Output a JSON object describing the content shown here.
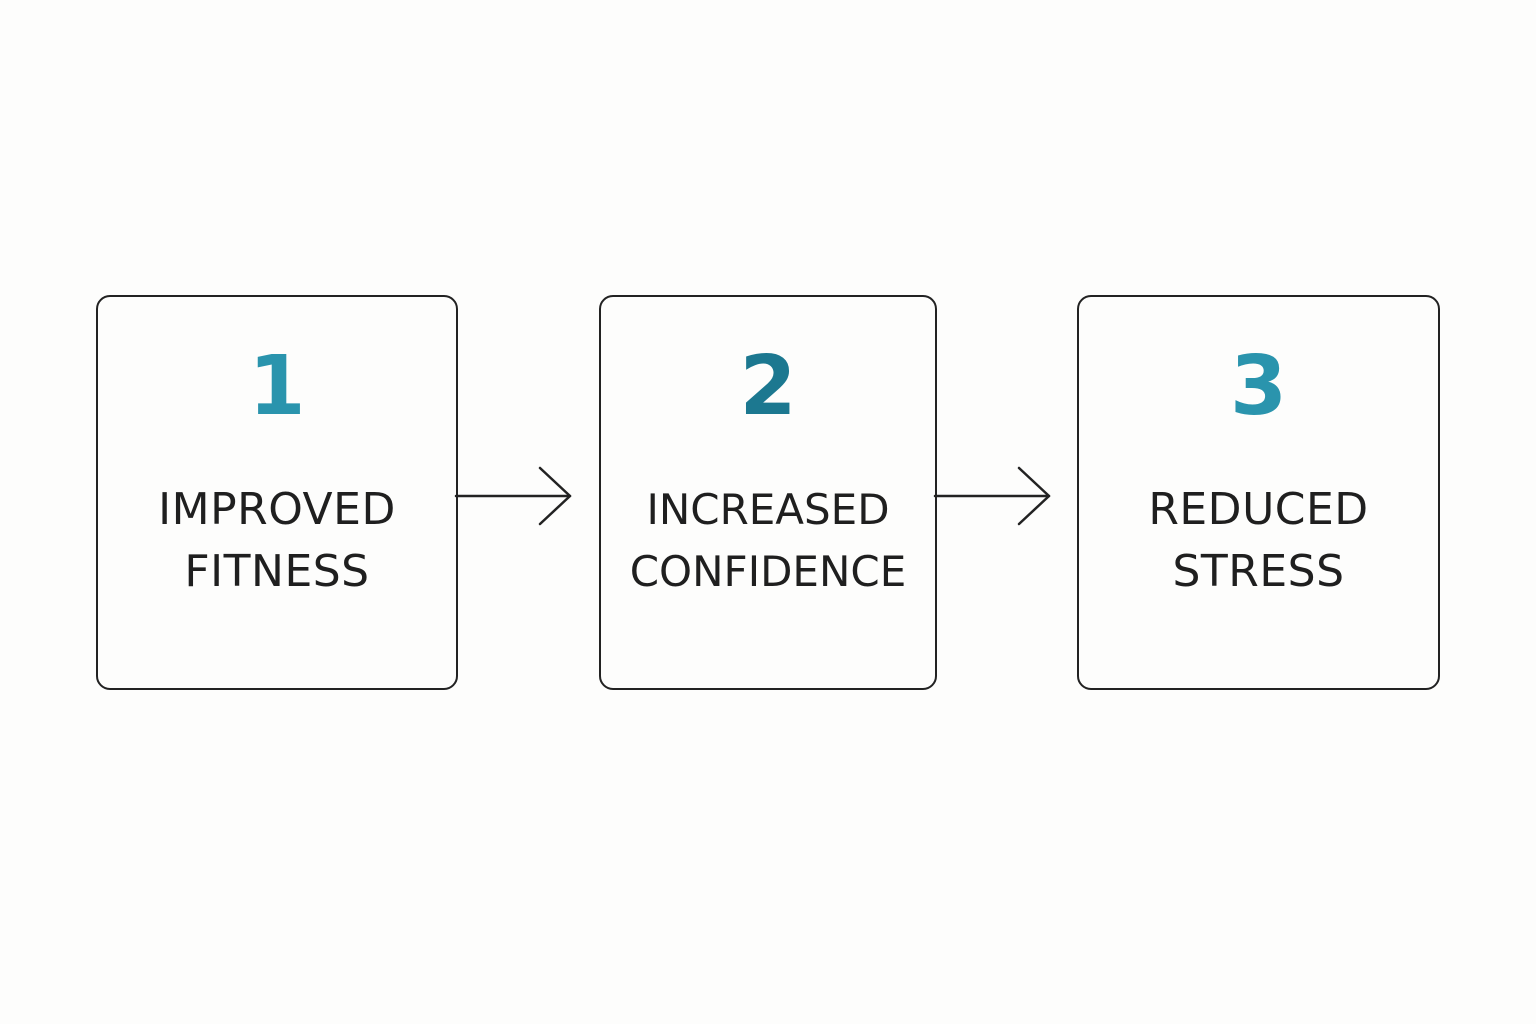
{
  "colors": {
    "number_teal": "#2a94ad",
    "number_dark_teal": "#1c7890",
    "text": "#1f1f1f",
    "border": "#222222",
    "background": "#fdfdfc"
  },
  "steps": [
    {
      "number": "1",
      "label_line1": "IMPROVED",
      "label_line2": "FITNESS",
      "color": "#2a94ad"
    },
    {
      "number": "2",
      "label_line1": "INCREASED",
      "label_line2": "CONFIDENCE",
      "color": "#1c7890"
    },
    {
      "number": "3",
      "label_line1": "REDUCED",
      "label_line2": "STRESS",
      "color": "#2a94ad"
    }
  ],
  "arrows": [
    {
      "from": "1",
      "to": "2",
      "icon": "right-arrow-icon"
    },
    {
      "from": "2",
      "to": "3",
      "icon": "right-arrow-icon"
    }
  ]
}
